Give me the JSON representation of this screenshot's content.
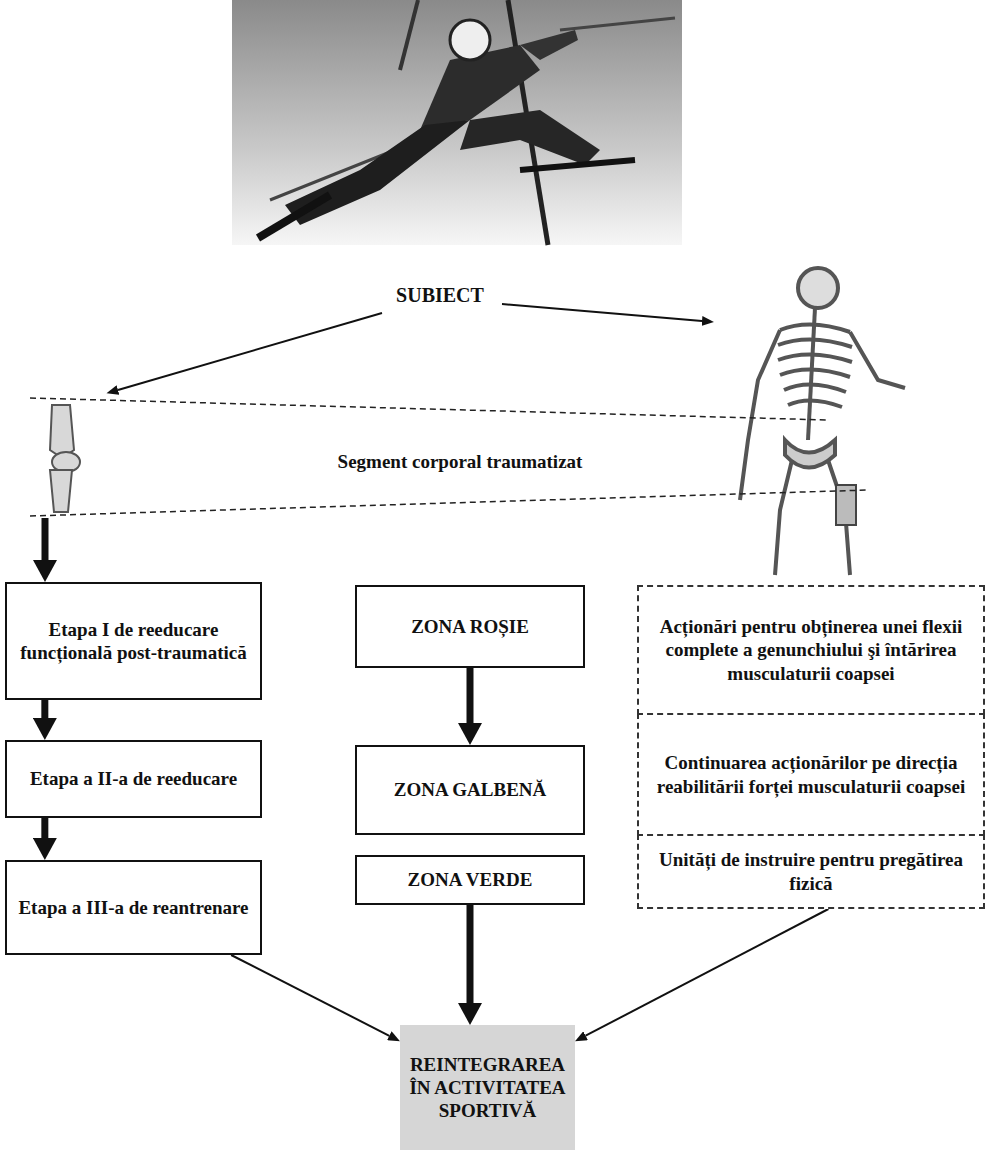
{
  "diagram": {
    "nodes": [
      {
        "text": [
          "Etapa I de reeducare funcțională post-traumatică"
        ]
      },
      {
        "text": [
          "ZONA ROȘIE"
        ]
      },
      {
        "text": [
          "Acționări pentru obținerea unei flexii complete a genunchiului şi întărirea musculaturii coapsei"
        ]
      },
      {
        "text": [
          "Etapa a II-a de reeducare"
        ]
      },
      {
        "text": [
          "ZONA GALBENĂ"
        ]
      },
      {
        "text": [
          "Continuarea acționărilor pe direcția reabilitării forței musculaturii coapsei"
        ]
      },
      {
        "text": [
          "Etapa a III-a de reantrenare"
        ]
      },
      {
        "text": [
          "ZONA VERDE"
        ]
      },
      {
        "text": [
          "Unități de instruire pentru pregătirea fizică"
        ]
      },
      {
        "text": [
          "REINTEGRAREA ÎN ACTIVITATEA SPORTIVĂ"
        ]
      }
    ],
    "edges": [
      {
        "from": 0,
        "to": 3,
        "arrow": "to"
      },
      {
        "from": 3,
        "to": 6,
        "arrow": "to"
      },
      {
        "from": 6,
        "to": 9,
        "arrow": "to"
      },
      {
        "from": 1,
        "to": 4,
        "arrow": "to"
      },
      {
        "from": 4,
        "to": 7,
        "arrow": "to"
      },
      {
        "from": 7,
        "to": 9,
        "arrow": "to"
      },
      {
        "from": 8,
        "to": 9,
        "arrow": "to"
      }
    ],
    "labels": [
      "SUBIECT",
      "Segment corporal traumatizat"
    ]
  }
}
